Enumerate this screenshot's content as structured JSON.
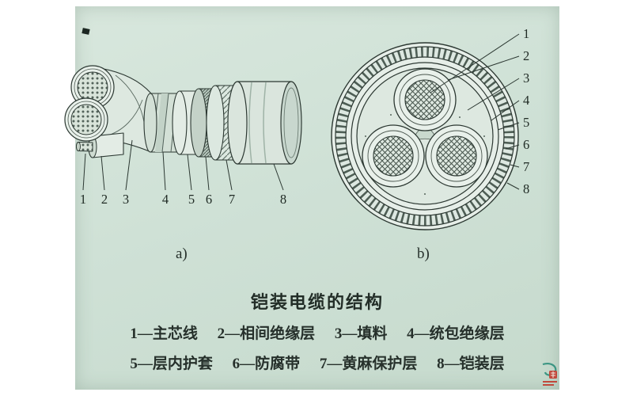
{
  "figure": {
    "panel_a_label": "a)",
    "panel_b_label": "b)",
    "callouts_a": [
      "1",
      "2",
      "3",
      "4",
      "5",
      "6",
      "7",
      "8"
    ],
    "callouts_b": [
      "1",
      "2",
      "3",
      "4",
      "5",
      "6",
      "7",
      "8"
    ]
  },
  "caption": {
    "title": "铠装电缆的结构",
    "legend_row1": [
      "1—主芯线",
      "2—相间绝缘层",
      "3—填料",
      "4—统包绝缘层"
    ],
    "legend_row2": [
      "5—层内护套",
      "6—防腐带",
      "7—黄麻保护层",
      "8—铠装层"
    ]
  },
  "colors": {
    "paper_green": "#cfe1d6",
    "ink": "#26302b",
    "line": "#2c3832"
  }
}
